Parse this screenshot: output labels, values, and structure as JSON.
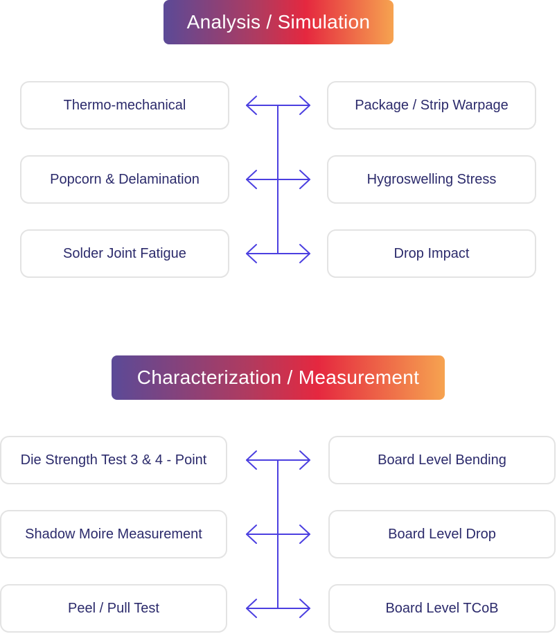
{
  "sections": [
    {
      "title": "Analysis / Simulation",
      "left_items": [
        "Thermo-mechanical",
        "Popcorn & Delamination",
        "Solder Joint Fatigue"
      ],
      "right_items": [
        "Package / Strip Warpage",
        "Hygroswelling Stress",
        "Drop Impact"
      ]
    },
    {
      "title": "Characterization / Measurement",
      "left_items": [
        "Die Strength Test 3 & 4 - Point",
        "Shadow Moire Measurement",
        "Peel / Pull Test"
      ],
      "right_items": [
        "Board Level Bending",
        "Board Level Drop",
        "Board Level TCoB"
      ]
    }
  ],
  "colors": {
    "title_gradient": [
      "#5b4a97",
      "#e5283f",
      "#f6a350"
    ],
    "card_text": "#2b2a6b",
    "card_border": "#e3e3e3",
    "connector": "#4b3fe0"
  },
  "icons": {
    "connector": "double-headed-arrow-icon"
  }
}
